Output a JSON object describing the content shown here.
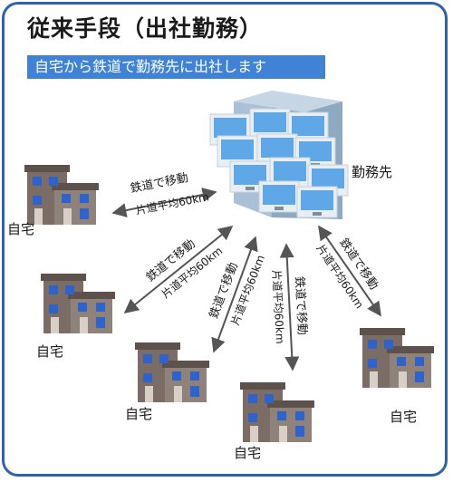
{
  "title": "従来手段（出社勤務）",
  "subtitle": "自宅から鉄道で勤務先に出社します",
  "office_label": "勤務先",
  "home_label": "自宅",
  "route_top": "鉄道で移動",
  "route_bottom": "片道平均60km",
  "colors": {
    "frame": "#2f62a8",
    "banner": "#3f82d6",
    "house": "#6b5e57",
    "window": "#2f63c9",
    "office": "#9fb6cc",
    "arrow": "#555555"
  }
}
